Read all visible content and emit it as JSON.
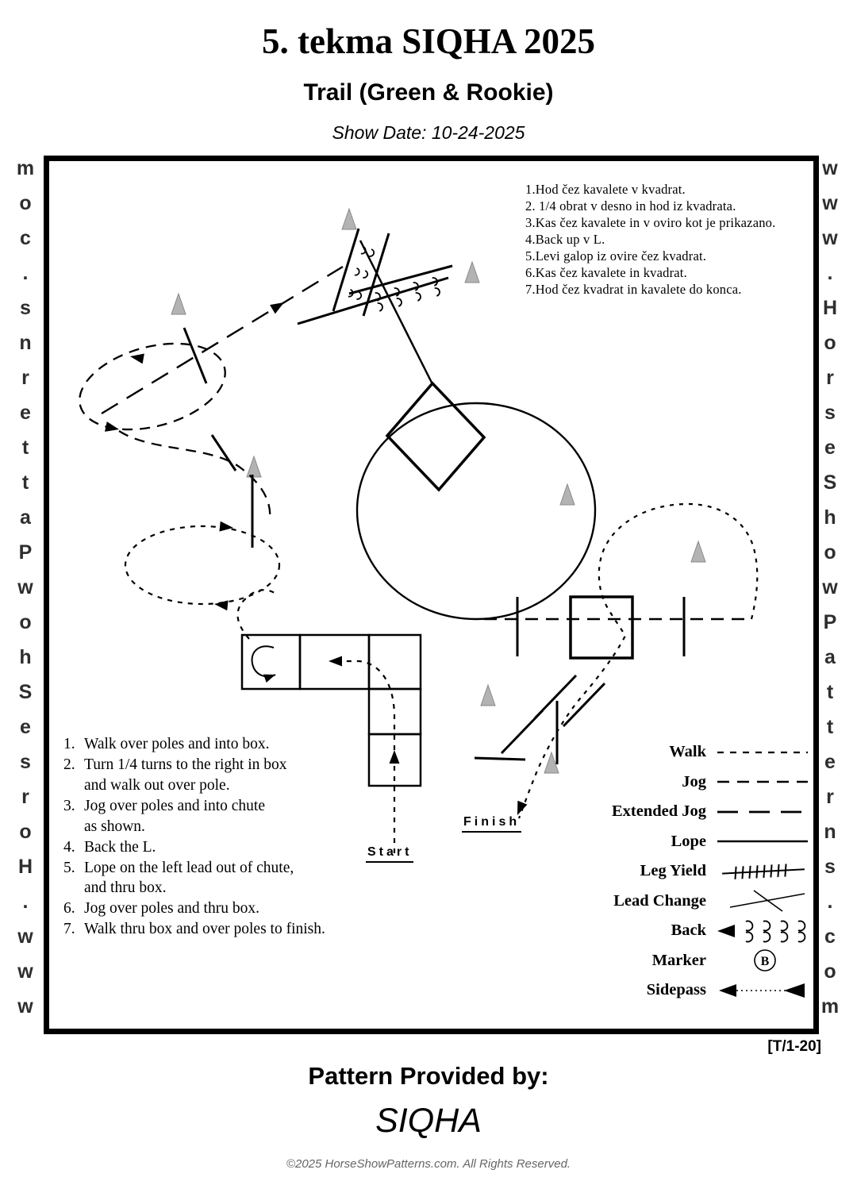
{
  "header": {
    "title": "5. tekma SIQHA 2025",
    "subtitle": "Trail (Green & Rookie)",
    "show_date": "Show Date: 10-24-2025"
  },
  "watermark": {
    "left": "www.HorseShowPatterns.com",
    "right": "www.HorseShowPatterns.com"
  },
  "instructions_si": [
    "1.Hod čez kavalete v kvadrat.",
    "2. 1/4 obrat v desno in hod iz kvadrata.",
    "3.Kas čez kavalete in v oviro kot je prikazano.",
    "4.Back up v L.",
    "5.Levi galop iz ovire čez kvadrat.",
    "6.Kas čez kavalete in kvadrat.",
    "7.Hod čez kvadrat in kavalete do konca."
  ],
  "instructions_en": [
    {
      "num": "1.",
      "lines": [
        "Walk over poles and into box."
      ]
    },
    {
      "num": "2.",
      "lines": [
        "Turn 1/4 turns to the right in box",
        "and walk out over pole."
      ]
    },
    {
      "num": "3.",
      "lines": [
        "Jog over poles and into chute",
        "as shown."
      ]
    },
    {
      "num": "4.",
      "lines": [
        "Back the L."
      ]
    },
    {
      "num": "5.",
      "lines": [
        "Lope on the left lead out of  chute,",
        "and thru box."
      ]
    },
    {
      "num": "6.",
      "lines": [
        "Jog over poles and thru box."
      ]
    },
    {
      "num": "7.",
      "lines": [
        "Walk thru box and over poles to finish."
      ]
    }
  ],
  "diagram": {
    "start_label": "Start",
    "finish_label": "Finish"
  },
  "legend": {
    "marker_letter": "B",
    "items": [
      {
        "label": "Walk"
      },
      {
        "label": "Jog"
      },
      {
        "label": "Extended Jog"
      },
      {
        "label": "Lope"
      },
      {
        "label": "Leg Yield"
      },
      {
        "label": "Lead Change"
      },
      {
        "label": "Back"
      },
      {
        "label": "Marker"
      },
      {
        "label": "Sidepass"
      }
    ]
  },
  "footer": {
    "pattern_code": "[T/1-20]",
    "provided_by": "Pattern Provided by:",
    "provider": "SIQHA",
    "copyright": "©2025 HorseShowPatterns.com. All Rights Reserved."
  }
}
